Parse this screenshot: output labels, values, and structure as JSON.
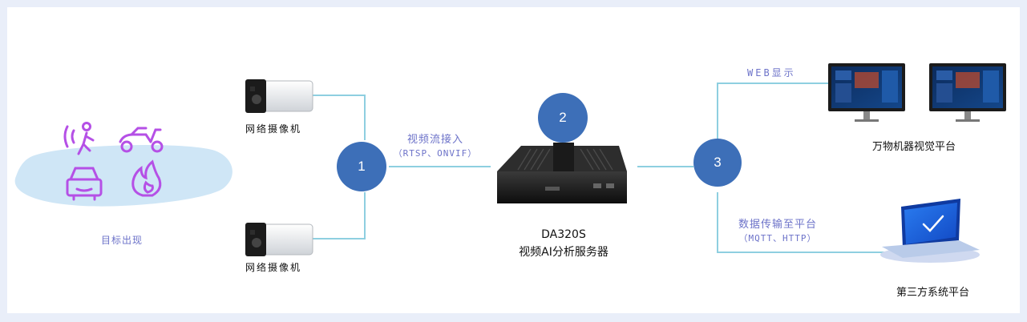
{
  "scene": {
    "label": "目标出现"
  },
  "cameras": [
    {
      "label": "网络摄像机"
    },
    {
      "label": "网络摄像机"
    }
  ],
  "nodes": [
    {
      "number": "1"
    },
    {
      "number": "2"
    },
    {
      "number": "3"
    }
  ],
  "edge_labels": {
    "ingest_line1": "视频流接入",
    "ingest_line2": "（RTSP、ONVIF）",
    "web": "WEB显示",
    "data_line1": "数据传输至平台",
    "data_line2": "（MQTT、HTTP）"
  },
  "server": {
    "model": "DA320S",
    "name": "视频AI分析服务器"
  },
  "outputs": {
    "platform": "万物机器视觉平台",
    "third_party": "第三方系统平台"
  },
  "colors": {
    "node": "#3d6fb8",
    "wire": "#8ecfe0",
    "target_icons": "#b550e6",
    "label": "#6d73c9",
    "background": "#e9eef9"
  },
  "icons": [
    "person-walking-icon",
    "scooter-icon",
    "car-icon",
    "fire-icon",
    "bullet-camera-icon",
    "server-box-icon",
    "monitor-icon",
    "laptop-icon"
  ]
}
